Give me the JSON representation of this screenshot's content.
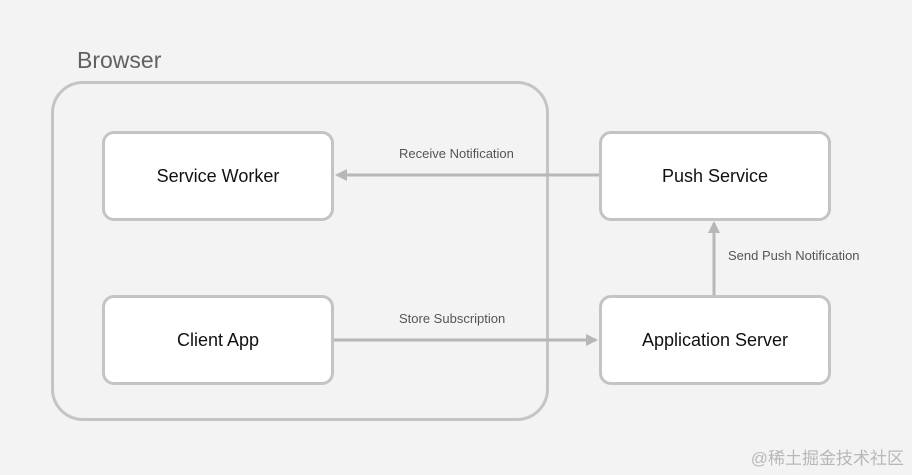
{
  "group": {
    "label": "Browser"
  },
  "nodes": {
    "service_worker": "Service Worker",
    "client_app": "Client App",
    "push_service": "Push Service",
    "application_server": "Application Server"
  },
  "edges": {
    "receive_notification": "Receive Notification",
    "store_subscription": "Store Subscription",
    "send_push_notification": "Send Push Notification"
  },
  "colors": {
    "background": "#f3f3f3",
    "node_fill": "#ffffff",
    "border": "#c4c4c4",
    "arrow": "#b7b7b7"
  },
  "watermark": "@稀土掘金技术社区"
}
